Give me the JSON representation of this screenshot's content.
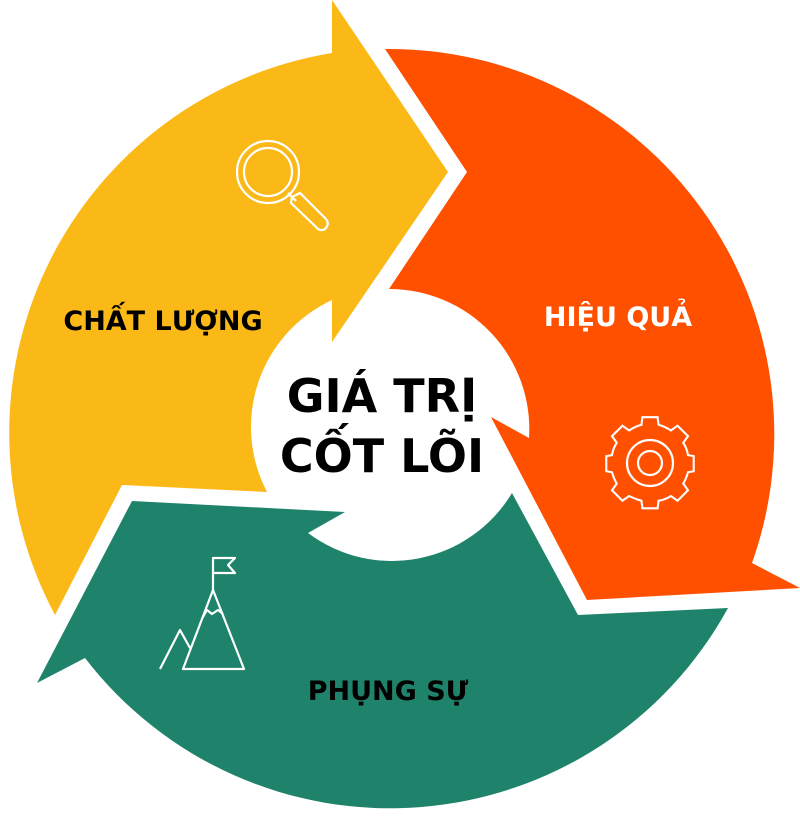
{
  "colors": {
    "quality": "#FBB917",
    "efficiency": "#FF5000",
    "service": "#1E836A",
    "center": "#FFFFFF",
    "text_dark": "#000000",
    "text_light": "#FFFFFF"
  },
  "center": {
    "line1": "GIÁ TRỊ",
    "line2": "CỐT LÕI"
  },
  "segments": [
    {
      "label": "CHẤT LƯỢNG",
      "icon": "magnifier-icon"
    },
    {
      "label": "HIỆU QUẢ",
      "icon": "gear-icon"
    },
    {
      "label": "PHỤNG SỰ",
      "icon": "mountain-flag-icon"
    }
  ]
}
